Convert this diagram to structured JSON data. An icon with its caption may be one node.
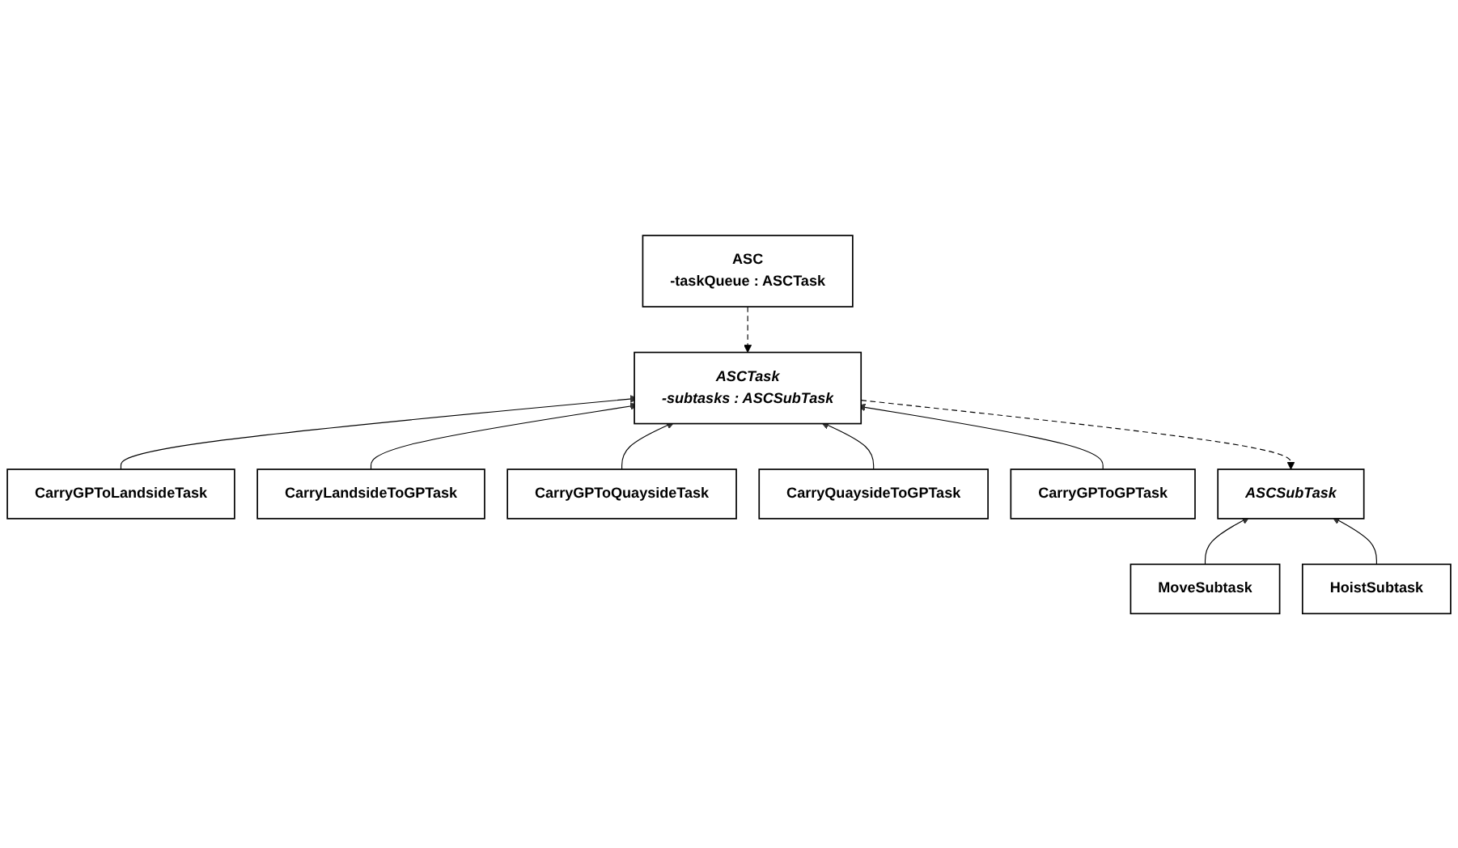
{
  "diagram": {
    "nodes": [
      {
        "text": [
          "ASC",
          "-taskQueue : ASCTask"
        ]
      },
      {
        "text": [
          "CarryGPToLandsideTask"
        ]
      },
      {
        "text": [
          "CarryLandsideToGPTask"
        ]
      },
      {
        "text": [
          "ASCTask",
          "-subtasks : ASCSubTask"
        ]
      },
      {
        "text": [
          "CarryGPToQuaysideTask"
        ]
      },
      {
        "text": [
          "CarryQuaysideToGPTask"
        ]
      },
      {
        "text": [
          "CarryGPToGPTask"
        ]
      },
      {
        "text": [
          "ASCSubTask"
        ]
      },
      {
        "text": [
          "MoveSubtask"
        ]
      },
      {
        "text": [
          "HoistSubtask"
        ]
      }
    ],
    "edges": [
      {
        "from": 0,
        "to": 3,
        "arrow": "to",
        "style": "dashed"
      },
      {
        "from": 1,
        "to": 3,
        "arrow": "to"
      },
      {
        "from": 4,
        "to": 3,
        "arrow": "to"
      },
      {
        "from": 6,
        "to": 3,
        "arrow": "to"
      },
      {
        "from": 2,
        "to": 3,
        "arrow": "to"
      },
      {
        "from": 5,
        "to": 3,
        "arrow": "to"
      },
      {
        "from": 3,
        "to": 7,
        "arrow": "to",
        "style": "dashed"
      },
      {
        "from": 8,
        "to": 7,
        "arrow": "to"
      },
      {
        "from": 9,
        "to": 7,
        "arrow": "to"
      }
    ]
  }
}
